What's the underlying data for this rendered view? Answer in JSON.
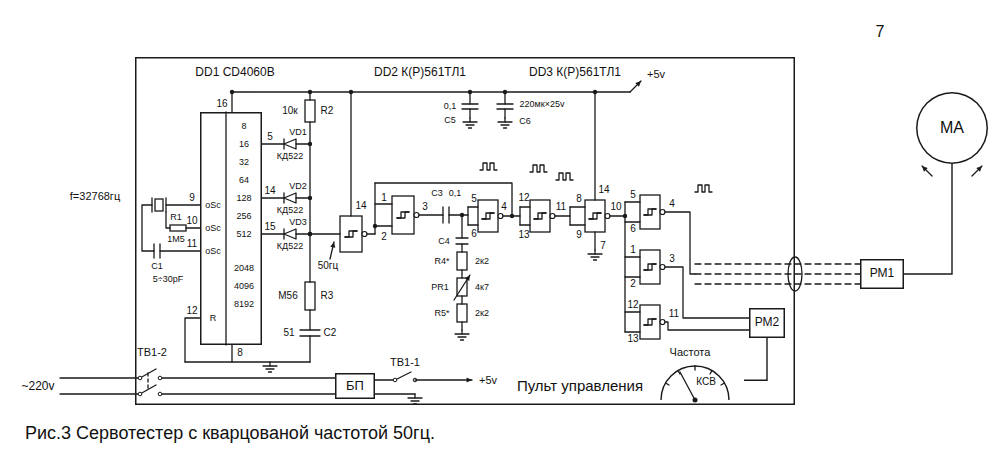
{
  "diagram": {
    "caption": "Рис.3 Сервотестер с кварцованой частотой 50гц.",
    "nodes": [
      {
        "text": [
          "Пульт управления"
        ]
      },
      {
        "text": [
          "8",
          "16",
          "32",
          "64",
          "128",
          "256",
          "512",
          "2048",
          "4096",
          "8192",
          "oSc",
          "oSc",
          "oSc",
          "R"
        ],
        "in": 0
      },
      {
        "text": [
          "БП"
        ],
        "in": 0
      },
      {
        "text": [
          "РМ2"
        ],
        "in": 0
      },
      {
        "text": [
          "Частота",
          "КСВ"
        ],
        "in": 0
      },
      {
        "text": [
          "РМ1"
        ]
      },
      {
        "text": [
          "МА"
        ]
      }
    ],
    "edges": [
      {
        "from": 5,
        "to": 6,
        "arrow": "none"
      },
      {
        "from": 4,
        "to": 3,
        "arrow": "none"
      }
    ],
    "labels": [
      "7",
      "DD1 CD4060B",
      "DD2 К(Р)561ТЛ1",
      "DD3 К(Р)561ТЛ1",
      "+5v",
      "0,1",
      "С5",
      "220мк×25v",
      "С6",
      "16",
      "10к",
      "R2",
      "5",
      "VD1",
      "КД522",
      "14",
      "VD2",
      "КД522",
      "15",
      "VD3",
      "КД522",
      "М56",
      "R3",
      "51",
      "С2",
      "f=32768гц",
      "9",
      "10",
      "11",
      "R1",
      "1M5",
      "С1",
      "5÷30pF",
      "12",
      "8",
      "50гц",
      "14",
      "1",
      "2",
      "3",
      "С3",
      "0,1",
      "С4",
      "R4*",
      "2к2",
      "PR1",
      "4к7",
      "R5*",
      "2к2",
      "5",
      "6",
      "4",
      "12",
      "13",
      "11",
      "14",
      "8",
      "9",
      "10",
      "7",
      "5",
      "6",
      "4",
      "1",
      "2",
      "3",
      "12",
      "13",
      "11",
      "ТВ1-2",
      "~220v",
      "ТВ1-1",
      "+5v"
    ]
  }
}
